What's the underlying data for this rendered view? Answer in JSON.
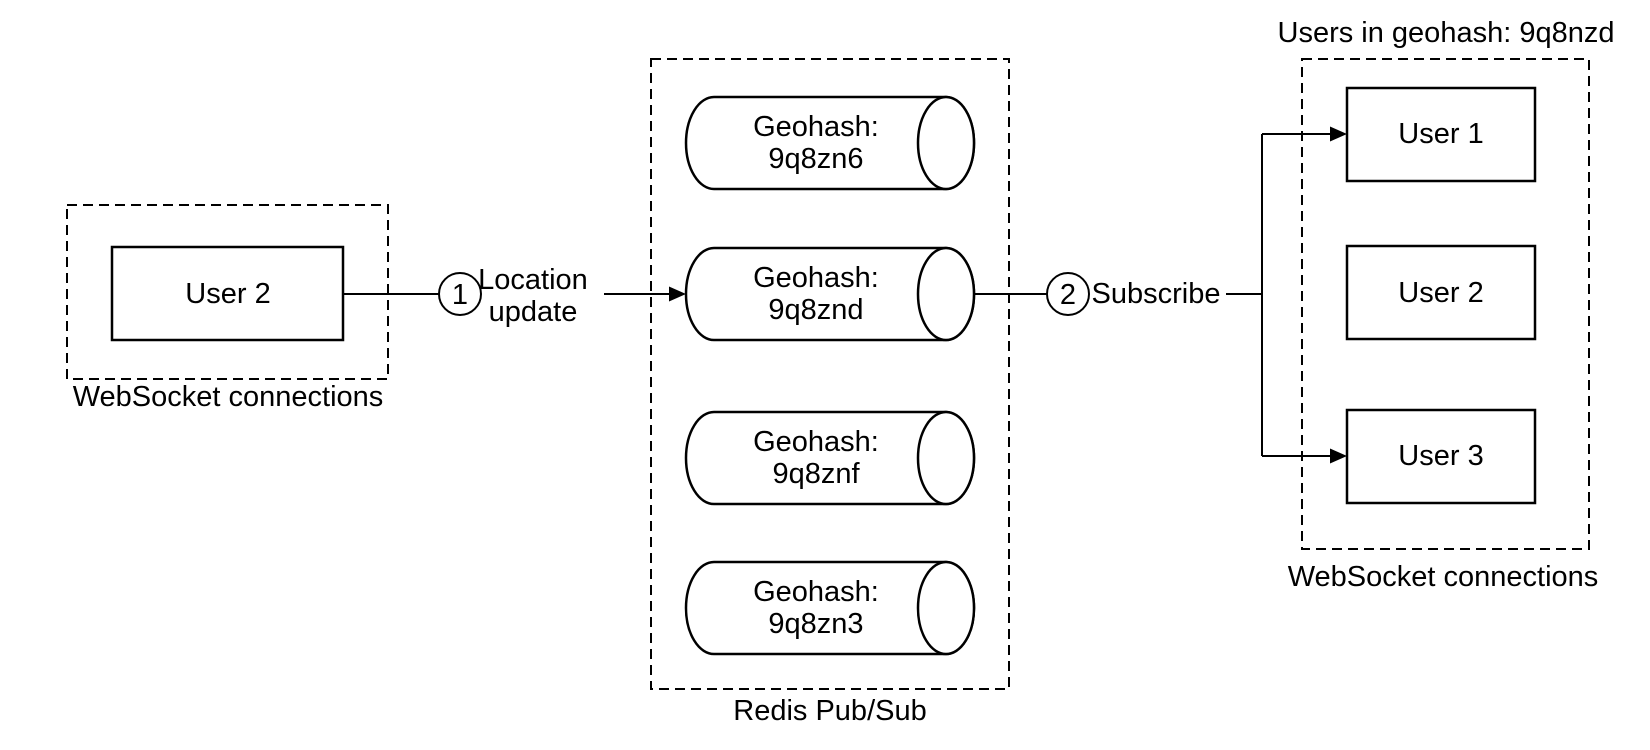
{
  "diagram": {
    "left": {
      "box_label": "User 2",
      "caption": "WebSocket connections"
    },
    "steps": {
      "one": {
        "number": "1",
        "label_line1": "Location",
        "label_line2": "update"
      },
      "two": {
        "number": "2",
        "label": "Subscribe"
      }
    },
    "redis": {
      "caption": "Redis Pub/Sub",
      "channels": [
        {
          "line1": "Geohash:",
          "line2": "9q8zn6"
        },
        {
          "line1": "Geohash:",
          "line2": "9q8znd"
        },
        {
          "line1": "Geohash:",
          "line2": "9q8znf"
        },
        {
          "line1": "Geohash:",
          "line2": "9q8zn3"
        }
      ]
    },
    "right": {
      "title": "Users in geohash: 9q8nzd",
      "users": [
        "User 1",
        "User 2",
        "User 3"
      ],
      "caption": "WebSocket connections"
    }
  },
  "colors": {
    "stroke": "#000000",
    "background": "#ffffff"
  }
}
